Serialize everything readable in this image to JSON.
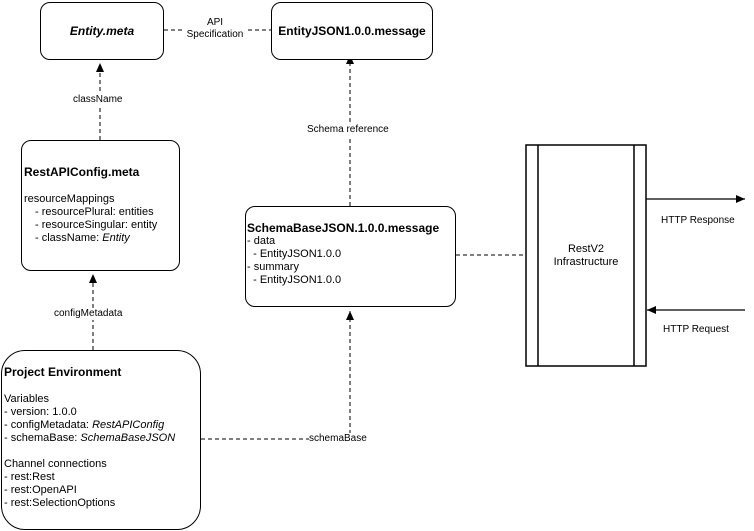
{
  "nodes": {
    "entity_meta": {
      "title": "Entity.meta"
    },
    "entity_json": {
      "title": "EntityJSON1.0.0.message"
    },
    "restapiconfig": {
      "title": "RestAPIConfig.meta",
      "section": "resourceMappings",
      "lines": [
        "- resourcePlural: entities",
        "- resourceSingular: entity"
      ],
      "classname_prefix": "- className: ",
      "classname_value": "Entity"
    },
    "schemabase": {
      "title": "SchemaBaseJSON.1.0.0.message",
      "lines": [
        "- data",
        "  - EntityJSON1.0.0",
        "- summary",
        "  - EntityJSON1.0.0"
      ]
    },
    "restv2": {
      "line1": "RestV2",
      "line2": "Infrastructure"
    },
    "project_env": {
      "title": "Project Environment",
      "variables_header": "Variables",
      "version_line": "- version: 1.0.0",
      "configmeta_prefix": "- configMetadata: ",
      "configmeta_value": "RestAPIConfig",
      "schemabase_prefix": "- schemaBase: ",
      "schemabase_value": "SchemaBaseJSON",
      "channels_header": "Channel connections",
      "channels": [
        "- rest:Rest",
        "- rest:OpenAPI",
        "- rest:SelectionOptions"
      ]
    }
  },
  "edges": {
    "api_spec_line1": "API",
    "api_spec_line2": "Specification",
    "classname": "className",
    "schema_reference": "Schema reference",
    "config_metadata": "configMetadata",
    "schema_base": "schemaBase",
    "http_response": "HTTP Response",
    "http_request": "HTTP Request"
  }
}
